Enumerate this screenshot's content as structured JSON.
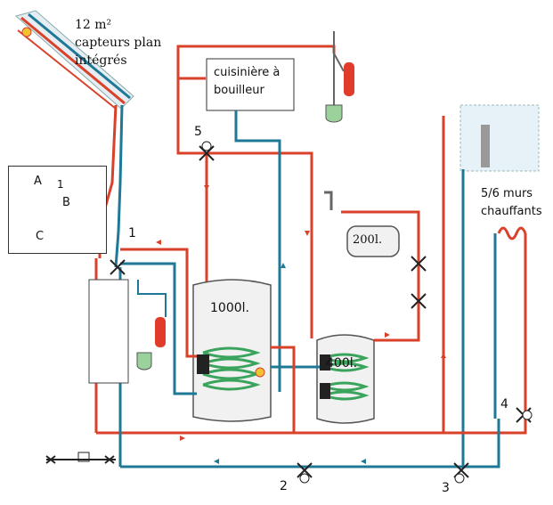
{
  "collector": {
    "line1": "12 m²",
    "line2": "capteurs plan",
    "line3": "intégrés"
  },
  "stove": {
    "line1": "cuisinière à",
    "line2": "bouilleur"
  },
  "tank_1000": {
    "label": "1000l."
  },
  "tank_400": {
    "label": "400l."
  },
  "tank_200": {
    "label": "200l."
  },
  "walls": {
    "line1": "5/6 murs",
    "line2": "chauffants"
  },
  "legend": {
    "a": "A",
    "b": "B",
    "c": "C",
    "one": "1"
  },
  "valves": {
    "v1": "1",
    "v2": "2",
    "v3": "3",
    "v4": "4",
    "v5": "5"
  },
  "colors": {
    "hot": "#d9412b",
    "cold": "#1e7896",
    "coil": "#3aa35c"
  }
}
